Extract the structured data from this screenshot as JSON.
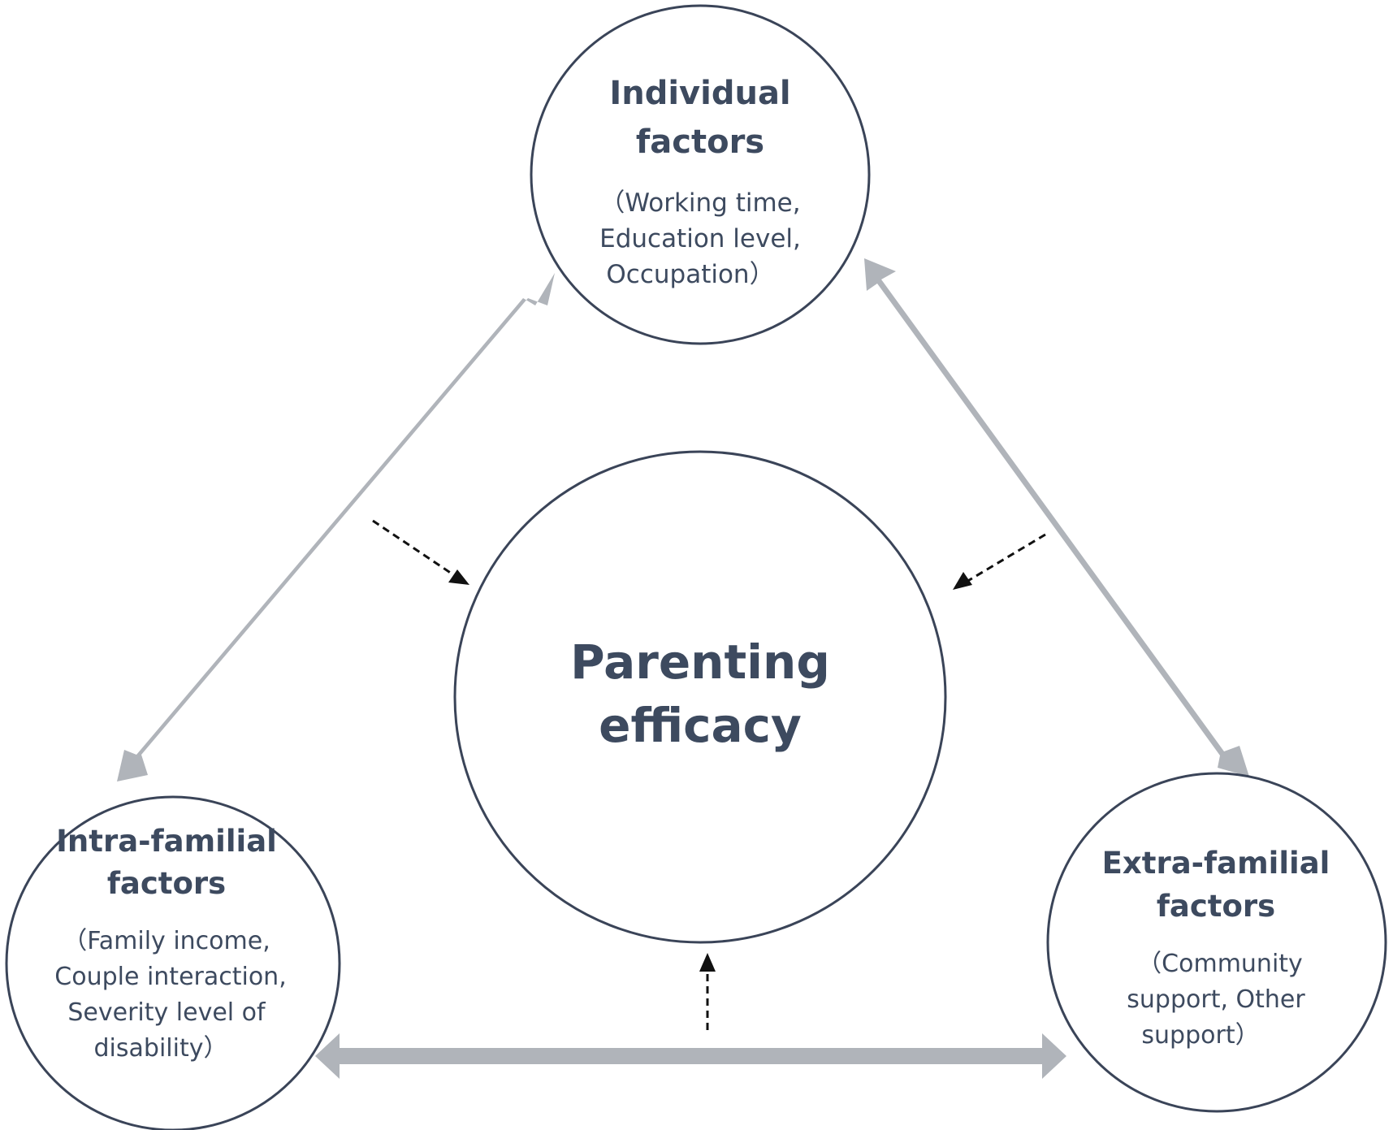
{
  "nodes": {
    "individual": {
      "title_lines": [
        "Individual",
        "factors"
      ],
      "detail_lines": [
        "（Working time,",
        "Education level,",
        "Occupation）"
      ]
    },
    "intra": {
      "title_lines": [
        "Intra-familial",
        "factors"
      ],
      "detail_lines": [
        "（Family income,",
        "Couple interaction,",
        "Severity level of",
        "disability）"
      ]
    },
    "extra": {
      "title_lines": [
        "Extra-familial",
        "factors"
      ],
      "detail_lines": [
        "（Community",
        "support, Other",
        "support）"
      ]
    },
    "center": {
      "title_lines": [
        "Parenting",
        "efficacy"
      ]
    }
  },
  "colors": {
    "circle_stroke": "#3a4458",
    "text": "#3d4a5f",
    "connector": "#b0b4ba",
    "dashed_arrow": "#111111"
  },
  "arrows": {
    "bidirectional": [
      "individual-intra",
      "individual-extra",
      "intra-extra"
    ],
    "dashed_to_center": [
      "from-left-connector",
      "from-right-connector",
      "from-bottom-connector"
    ]
  }
}
